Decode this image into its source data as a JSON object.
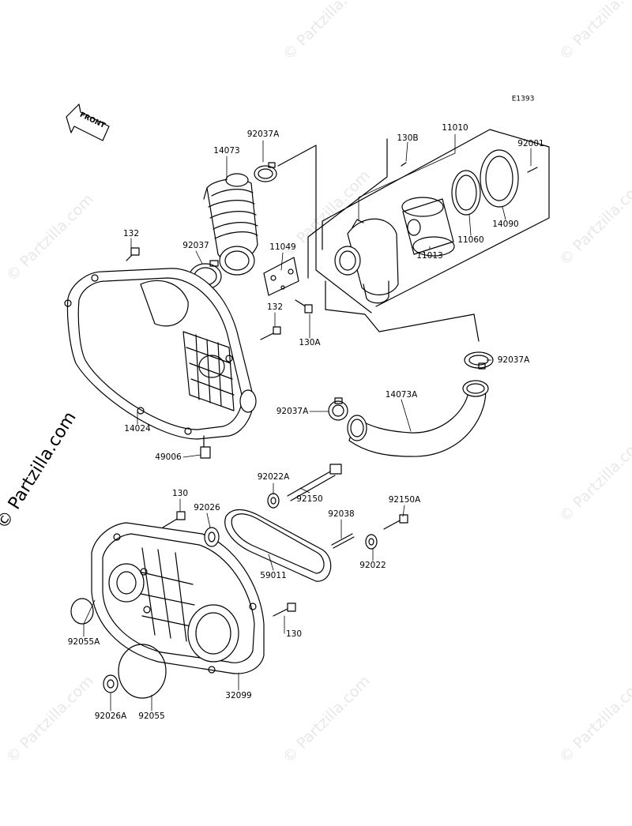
{
  "diagram_code": "E1393",
  "front_label": "FRONT",
  "watermark": "© Partzilla.com",
  "parts": [
    {
      "id": "p1",
      "num": "92037A"
    },
    {
      "id": "p2",
      "num": "14073"
    },
    {
      "id": "p3",
      "num": "130B"
    },
    {
      "id": "p4",
      "num": "11010"
    },
    {
      "id": "p5",
      "num": "92001"
    },
    {
      "id": "p6",
      "num": "132"
    },
    {
      "id": "p7",
      "num": "92037"
    },
    {
      "id": "p8",
      "num": "11049"
    },
    {
      "id": "p9",
      "num": "11013"
    },
    {
      "id": "p10",
      "num": "11060"
    },
    {
      "id": "p11",
      "num": "14090"
    },
    {
      "id": "p12",
      "num": "132"
    },
    {
      "id": "p13",
      "num": "130A"
    },
    {
      "id": "p14",
      "num": "92037A"
    },
    {
      "id": "p15",
      "num": "14073A"
    },
    {
      "id": "p16",
      "num": "92037A"
    },
    {
      "id": "p17",
      "num": "14024"
    },
    {
      "id": "p18",
      "num": "49006"
    },
    {
      "id": "p19",
      "num": "92022A"
    },
    {
      "id": "p20",
      "num": "130"
    },
    {
      "id": "p21",
      "num": "92026"
    },
    {
      "id": "p22",
      "num": "92150"
    },
    {
      "id": "p23",
      "num": "92150A"
    },
    {
      "id": "p24",
      "num": "92038"
    },
    {
      "id": "p25",
      "num": "59011"
    },
    {
      "id": "p26",
      "num": "92022"
    },
    {
      "id": "p27",
      "num": "130"
    },
    {
      "id": "p28",
      "num": "92055A"
    },
    {
      "id": "p29",
      "num": "32099"
    },
    {
      "id": "p30",
      "num": "92026A"
    },
    {
      "id": "p31",
      "num": "92055"
    }
  ]
}
